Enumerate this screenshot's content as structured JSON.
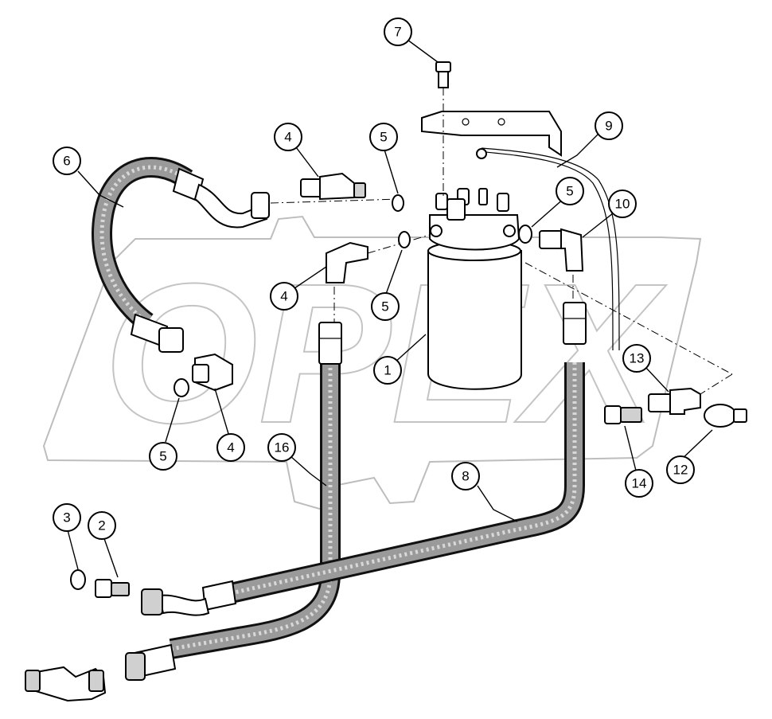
{
  "callouts": [
    {
      "label": "1"
    },
    {
      "label": "2"
    },
    {
      "label": "3"
    },
    {
      "label": "4"
    },
    {
      "label": "4"
    },
    {
      "label": "4"
    },
    {
      "label": "5"
    },
    {
      "label": "5"
    },
    {
      "label": "5"
    },
    {
      "label": "5"
    },
    {
      "label": "6"
    },
    {
      "label": "7"
    },
    {
      "label": "8"
    },
    {
      "label": "9"
    },
    {
      "label": "10"
    },
    {
      "label": "12"
    },
    {
      "label": "13"
    },
    {
      "label": "14"
    },
    {
      "label": "16"
    }
  ],
  "watermark": {
    "text": "OPEX"
  },
  "colors": {
    "line": "#000000",
    "watermark": "#bdbdbd",
    "hose": "#9a9a9a"
  }
}
